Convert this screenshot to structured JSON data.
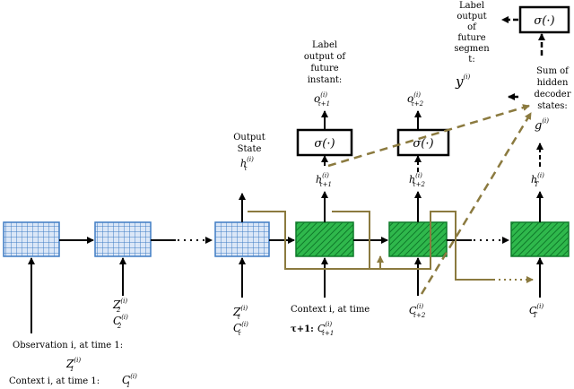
{
  "colors": {
    "encoder_cell_fill": "#dbe7f7",
    "encoder_cell_grid": "#3f7cc4",
    "decoder_cell_fill": "#2fb84c",
    "decoder_hatch": "#0f7a2a",
    "context_arrow": "#8b7a3f",
    "black": "#000000"
  },
  "labels": {
    "observation_line": "Observation i, at time 1:",
    "context_line": "Context i, at time 1:",
    "z1": "Z",
    "c1": "C",
    "z2": "Z",
    "c2": "C",
    "ztau": "Z",
    "ctau": "C",
    "context_tau1_line1": "Context i, at time",
    "context_tau1_line2": "τ+1:",
    "c_tau1": "C",
    "c_tau2": "C",
    "c_T": "C",
    "output_state_1": "Output",
    "output_state_2": "State",
    "h_tau": "h",
    "h_tau1": "h",
    "h_tau2": "h",
    "h_T": "h",
    "label_instant_1": "Label",
    "label_instant_2": "output of",
    "label_instant_3": "future",
    "label_instant_4": "instant:",
    "o_tau1": "o",
    "o_tau2": "o",
    "label_segment_1": "Label",
    "label_segment_2": "output",
    "label_segment_3": "of",
    "label_segment_4": "future",
    "label_segment_5": "segmen",
    "label_segment_6": "t:",
    "y_out": "y",
    "sum_1": "Sum of",
    "sum_2": "hidden",
    "sum_3": "decoder",
    "sum_4": "states:",
    "g_out": "g",
    "sigma": "σ(·)",
    "sup_i": "(i)",
    "sub_1": "1",
    "sub_2": "2",
    "sub_tau": "τ",
    "sub_tau1": "τ+1",
    "sub_tau2": "τ+2",
    "sub_T": "T"
  }
}
